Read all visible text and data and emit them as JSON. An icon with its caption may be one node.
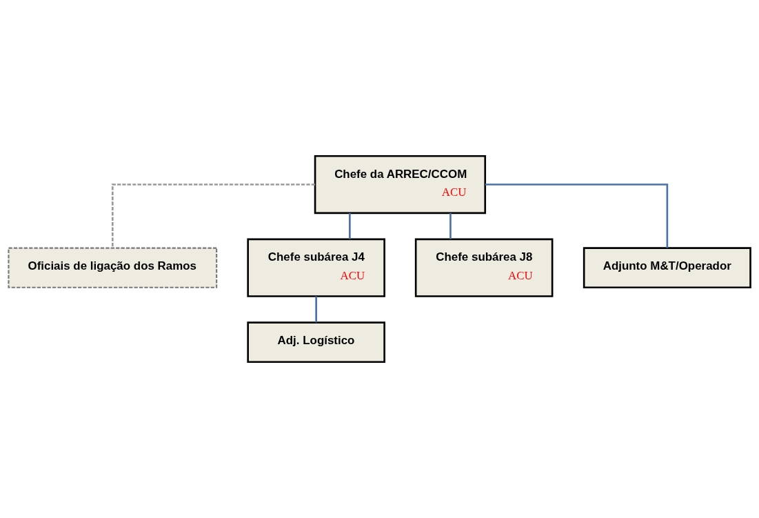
{
  "diagram": {
    "nodes": [
      {
        "text": [
          "Chefe da ARREC/CCOM",
          "ACU"
        ]
      },
      {
        "text": [
          "Oficiais de ligação dos Ramos"
        ]
      },
      {
        "text": [
          "Chefe subárea J4",
          "ACU"
        ]
      },
      {
        "text": [
          "Chefe subárea J8",
          "ACU"
        ]
      },
      {
        "text": [
          "Adjunto M&T/Operador"
        ]
      },
      {
        "text": [
          "Adj. Logístico"
        ]
      }
    ],
    "edges": [
      {
        "from": 0,
        "to": 1,
        "arrow": "none",
        "style": "dashed",
        "color": "#999999"
      },
      {
        "from": 0,
        "to": 2,
        "arrow": "none"
      },
      {
        "from": 0,
        "to": 3,
        "arrow": "none"
      },
      {
        "from": 0,
        "to": 4,
        "arrow": "none"
      },
      {
        "from": 2,
        "to": 5,
        "arrow": "none"
      }
    ]
  }
}
